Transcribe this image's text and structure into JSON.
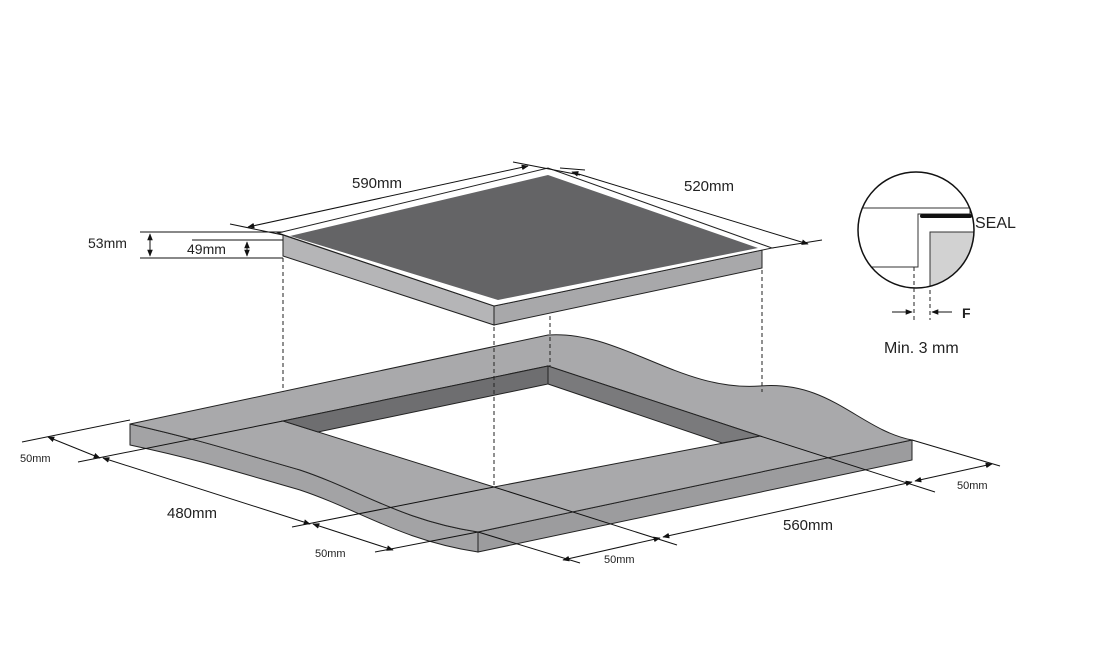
{
  "hob": {
    "width_label": "590mm",
    "depth_label": "520mm",
    "total_height_label": "53mm",
    "body_height_label": "49mm"
  },
  "cutout": {
    "left_margin_label": "50mm",
    "depth_label": "480mm",
    "front_margin_label": "50mm",
    "front_margin_right_label": "50mm",
    "width_label": "560mm",
    "right_margin_label": "50mm"
  },
  "detail": {
    "seal_label": "SEAL",
    "gap_label": "F",
    "min_gap_label": "Min. 3 mm"
  },
  "colors": {
    "glass": "#646466",
    "frame_side": "#b3b3b5",
    "countertop": "#a7a7a9",
    "cutout_wall": "#6e6e70",
    "detail_fill": "#d2d2d2"
  }
}
